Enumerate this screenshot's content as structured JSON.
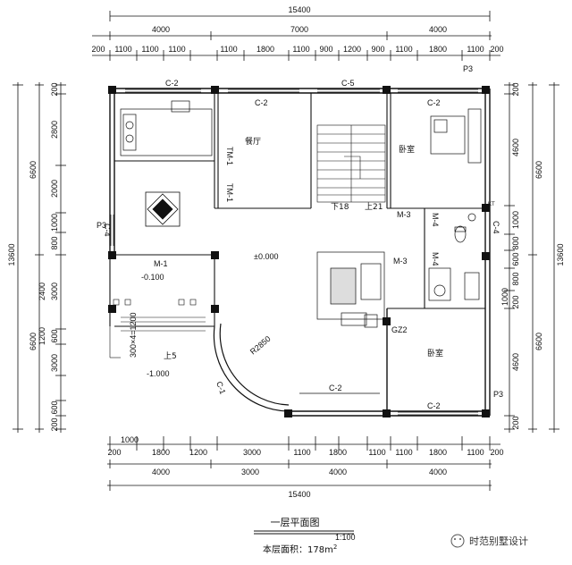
{
  "title": "一层平面图",
  "scale": "1:100",
  "area_note": "本层面积：178m",
  "area_sup": "2",
  "watermark": "时范别墅设计",
  "dims": {
    "top_total": "15400",
    "top_mid": [
      "4000",
      "7000",
      "4000"
    ],
    "top_detail": [
      "200",
      "1100",
      "1100",
      "1100",
      "1100",
      "1800",
      "1100",
      "900",
      "1200",
      "900",
      "1100",
      "1800",
      "1100",
      "200"
    ],
    "bottom_detail": [
      "200",
      "1000",
      "1800",
      "1200",
      "3000",
      "1100",
      "1800",
      "1100",
      "1100",
      "1800",
      "1100",
      "200"
    ],
    "bottom_mid": [
      "4000",
      "3000",
      "4000",
      "4000"
    ],
    "bottom_total": "15400",
    "left_outer": "13600",
    "left_mid": [
      "6600",
      "6600"
    ],
    "left_detail": [
      "200",
      "2800",
      "2000",
      "1000",
      "800",
      "3000",
      "2400",
      "600",
      "1200",
      "3000",
      "600",
      "200"
    ],
    "right_outer": "13600",
    "right_mid": [
      "6600",
      "6600"
    ],
    "right_detail": [
      "200",
      "4600",
      "1000",
      "800",
      "600",
      "800",
      "1000",
      "200",
      "4600",
      "200"
    ]
  },
  "rooms": {
    "dining": "餐厅",
    "bed1": "卧室",
    "bed2": "卧室"
  },
  "labels": {
    "c2_a": "C-2",
    "c2_b": "C-2",
    "c5": "C-5",
    "c2_c": "C-2",
    "c4_left": "C-4",
    "c4_right": "C-4",
    "c2_bottom1": "C-2",
    "c2_bottom2": "C-2",
    "tm1_a": "TM-1",
    "tm1_b": "TM-1",
    "m1": "M-1",
    "m3_a": "M-3",
    "m3_b": "M-3",
    "m4_a": "M-4",
    "m4_b": "M-4",
    "p3_a": "P3",
    "p3_b": "P3",
    "p3_c": "P3",
    "kt": "KT",
    "gz2": "GZ2",
    "level0": "±0.000",
    "level_m01": "-0.100",
    "level_m1": "-1.000",
    "r2850": "R2850",
    "stair_up18": "下18",
    "stair_up21": "上21",
    "steps": "300×4=1200",
    "up5": "上5",
    "c1": "C-1"
  }
}
